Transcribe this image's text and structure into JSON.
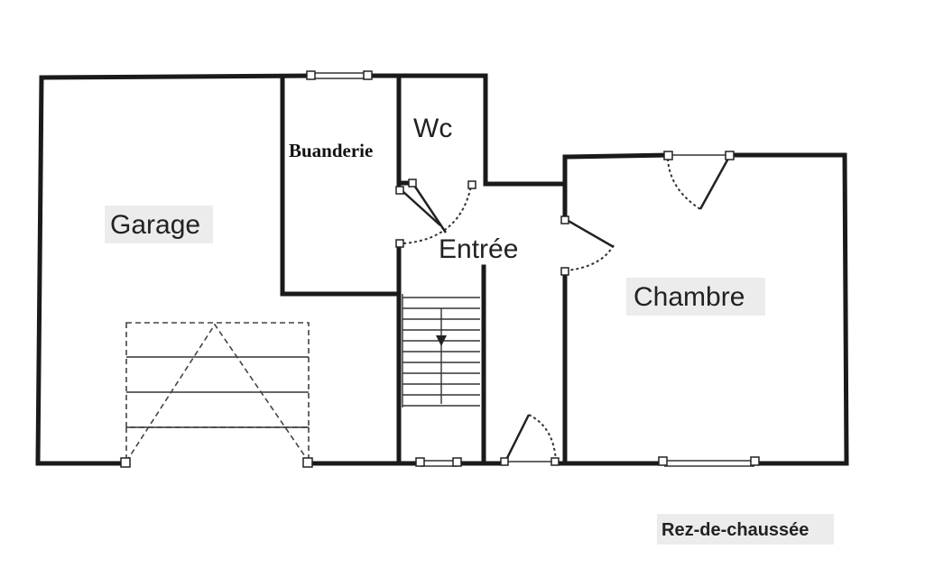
{
  "plan": {
    "rooms": {
      "garage": "Garage",
      "buanderie": "Buanderie",
      "wc": "Wc",
      "entree": "Entrée",
      "chambre": "Chambre"
    },
    "caption": "Rez-de-chaussée"
  },
  "colors": {
    "wall": "#1a1a1a",
    "background": "#ffffff",
    "label_background": "#ececec"
  }
}
